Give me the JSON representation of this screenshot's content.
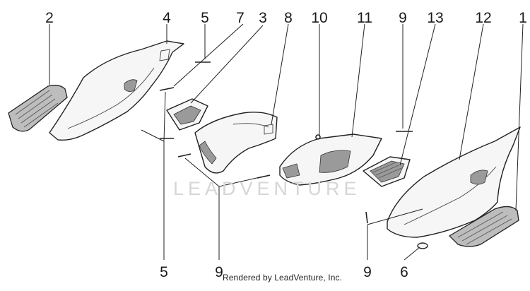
{
  "callouts": [
    {
      "id": "c2",
      "text": "2"
    },
    {
      "id": "c4",
      "text": "4"
    },
    {
      "id": "c5a",
      "text": "5"
    },
    {
      "id": "c7",
      "text": "7"
    },
    {
      "id": "c3",
      "text": "3"
    },
    {
      "id": "c8",
      "text": "8"
    },
    {
      "id": "c10",
      "text": "10"
    },
    {
      "id": "c11",
      "text": "11"
    },
    {
      "id": "c9a",
      "text": "9"
    },
    {
      "id": "c13",
      "text": "13"
    },
    {
      "id": "c12",
      "text": "12"
    },
    {
      "id": "c1",
      "text": "1"
    },
    {
      "id": "c5b",
      "text": "5"
    },
    {
      "id": "c9b",
      "text": "9"
    },
    {
      "id": "c9c",
      "text": "9"
    },
    {
      "id": "c6",
      "text": "6"
    }
  ],
  "credit": "Rendered by LeadVenture, Inc.",
  "watermark": "LEADVENTURE"
}
